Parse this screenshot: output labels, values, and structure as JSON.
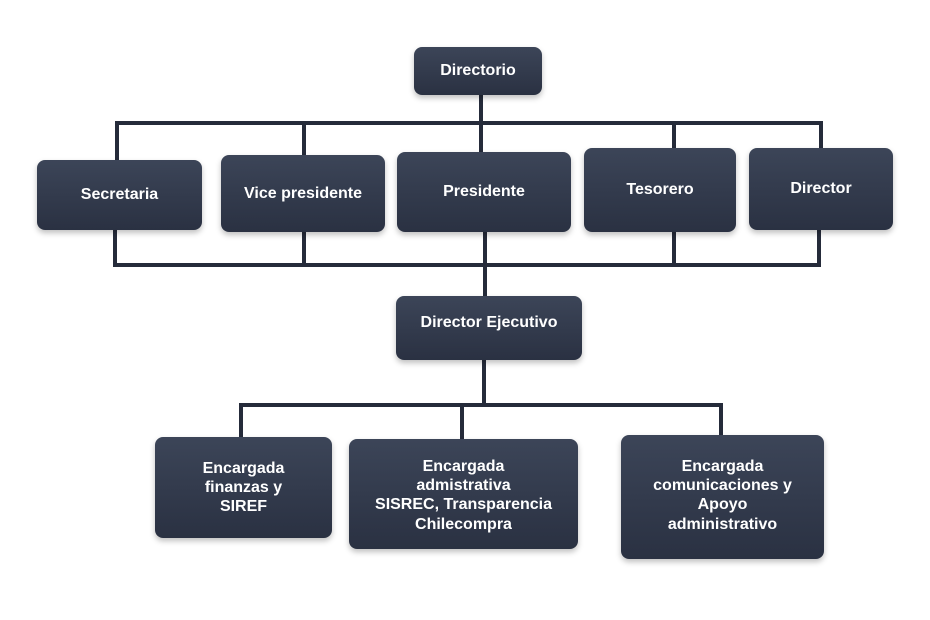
{
  "org_chart": {
    "top": "Directorio",
    "board": [
      "Secretaria",
      "Vice presidente",
      "Presidente",
      "Tesorero",
      "Director"
    ],
    "executive": "Director Ejecutivo",
    "staff": [
      "Encargada\nfinanzas y\nSIREF",
      "Encargada\nadmistrativa\nSISREC, Transparencia\nChilecompra",
      "Encargada\ncomunicaciones y\nApoyo\nadministrativo"
    ]
  },
  "colors": {
    "node_fill_top": "#3c4558",
    "node_fill_bottom": "#2a3142",
    "connector": "#252b3a",
    "text": "#ffffff"
  }
}
